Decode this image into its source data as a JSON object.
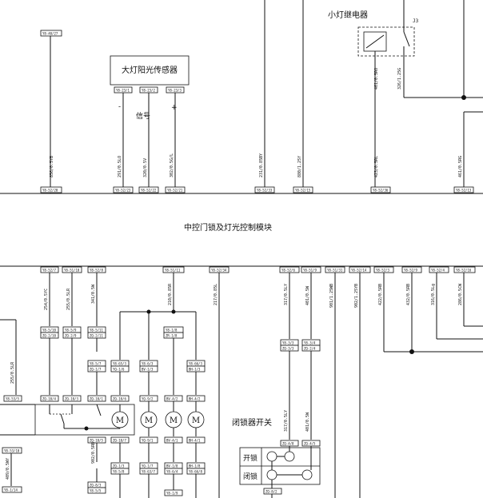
{
  "titles": {
    "sensor": "大灯阳光传感器",
    "relay": "小灯继电器",
    "relay_ref": "J3",
    "module": "中控门锁及灯光控制模块",
    "lock_switch": "闭锁器开关",
    "open": "开锁",
    "close": "闭锁",
    "signal": "信号",
    "minus": "-",
    "plus": "+"
  },
  "top_terminals": [
    {
      "id": "t1",
      "text": "Y8-40/27"
    },
    {
      "id": "t2",
      "text": "Y8-52/20"
    },
    {
      "id": "t3",
      "text": "Y8-52/23"
    },
    {
      "id": "t4",
      "text": "Y8-52/22"
    },
    {
      "id": "t5",
      "text": "Y8-52/21"
    },
    {
      "id": "t6",
      "text": "Y8-52/33"
    },
    {
      "id": "t7",
      "text": "Y8-52/15"
    },
    {
      "id": "t8",
      "text": "Y8-52/36"
    },
    {
      "id": "t9",
      "text": "Y8-52/13"
    },
    {
      "id": "s1",
      "text": "Y8-23/1"
    },
    {
      "id": "s2",
      "text": "Y8-23/2"
    },
    {
      "id": "s3",
      "text": "Y8-23/3"
    }
  ],
  "top_wires": [
    {
      "id": "w1",
      "text": "856/0.5YB"
    },
    {
      "id": "w2",
      "text": "291/0.5LO"
    },
    {
      "id": "w3",
      "text": "320/0.5V"
    },
    {
      "id": "w4",
      "text": "302/0.5G/L"
    },
    {
      "id": "w5",
      "text": "231/0.85BY"
    },
    {
      "id": "w6",
      "text": "880/1.25Y"
    },
    {
      "id": "w7",
      "text": "423/0.5RL"
    },
    {
      "id": "w8",
      "text": "461/0.5RG"
    },
    {
      "id": "w9",
      "text": "461/0.5RO"
    },
    {
      "id": "w10",
      "text": "326/1.25G"
    }
  ],
  "bottom_terminals": [
    {
      "id": "b1",
      "text": "Y8-52/7"
    },
    {
      "id": "b2",
      "text": "Y8-51/10"
    },
    {
      "id": "b3",
      "text": "Y8-52/8"
    },
    {
      "id": "b4",
      "text": "Y8-51/11"
    },
    {
      "id": "b5",
      "text": "Y8-52/34"
    },
    {
      "id": "b6",
      "text": "Y8-52/6"
    },
    {
      "id": "b7",
      "text": "Y8-51/9"
    },
    {
      "id": "b8",
      "text": "Y8-51/31"
    },
    {
      "id": "b9",
      "text": "Y8-52/14"
    },
    {
      "id": "b10",
      "text": "Y8-52/3"
    },
    {
      "id": "b11",
      "text": "Y8-52/9"
    },
    {
      "id": "b12",
      "text": "Y8-52/4"
    },
    {
      "id": "b13",
      "text": "Y8-52/16"
    }
  ],
  "bottom_wires": [
    {
      "id": "v1",
      "text": "254/0.5YC"
    },
    {
      "id": "v2",
      "text": "255/0.5LR"
    },
    {
      "id": "v3",
      "text": "341/0.5W"
    },
    {
      "id": "v4",
      "text": "210/0.85R"
    },
    {
      "id": "v5",
      "text": "217/0.85L"
    },
    {
      "id": "v6",
      "text": "317/0.5LY"
    },
    {
      "id": "v7",
      "text": "401/0.5W"
    },
    {
      "id": "v8",
      "text": "901/1.25WB"
    },
    {
      "id": "v9",
      "text": "902/1.25YB"
    },
    {
      "id": "v10",
      "text": "422/0.5RB"
    },
    {
      "id": "v11",
      "text": "432/0.5RB"
    },
    {
      "id": "v12",
      "text": "316/0.5Lg"
    },
    {
      "id": "v13",
      "text": "286/0.5CW"
    },
    {
      "id": "v14",
      "text": "255/0.5LR"
    },
    {
      "id": "v15",
      "text": "409/0.5WY"
    },
    {
      "id": "v16",
      "text": "902/0.5RB"
    },
    {
      "id": "v17",
      "text": "317/0.5LY"
    },
    {
      "id": "v18",
      "text": "401/0.5W"
    }
  ],
  "connector_labels": [
    "Y8-5/10",
    "Y8-5/9",
    "Y8-5/11",
    "Y8-1/8",
    "Y8-3/3",
    "Y8-3/4",
    "ZQ-2/10",
    "ZQ-2/9",
    "ZQ-2/11",
    "ZR-1/8",
    "ZQ-3/3",
    "ZQ-2/4",
    "Y8-5/7",
    "Y8-65/3",
    "Y8-6/3",
    "Y8-66/3",
    "ZQ-1/7",
    "YQ-1/6",
    "BV-1/3",
    "BH-1/3",
    "ZQ-10/4",
    "ZQ-10/3",
    "ZQ-10/1",
    "ZQ-10/6",
    "YQ-9/2",
    "BV-4/2",
    "BH-4/2",
    "ZQ-10/5",
    "ZQ-10/7",
    "YQ-9/1",
    "BV-4/1",
    "BH-4/1",
    "ZQ-4/8",
    "ZQ-4/5",
    "Y8-53/5",
    "Y8-53/10",
    "Y8-1/14",
    "ZQ-1/3",
    "YQ-1/7",
    "BV-1/8",
    "BH-1/8",
    "Y8-5/8",
    "Y8-63/7",
    "Y8-6/4",
    "Y8-66/8",
    "ZQ-8/3",
    "Y8-5/5",
    "Y8-1/9",
    "ZQ-8/2"
  ]
}
